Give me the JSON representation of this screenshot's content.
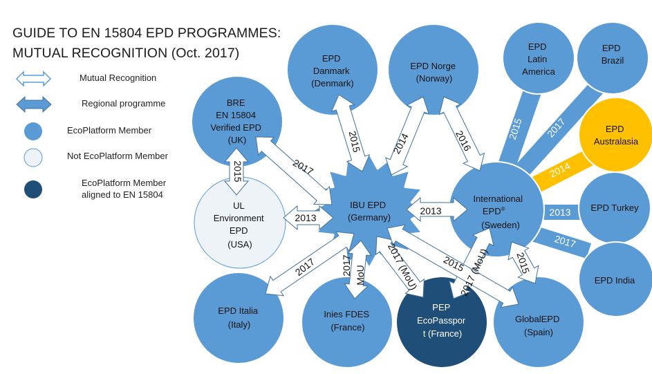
{
  "title": {
    "line1": "GUIDE TO EN 15804 EPD PROGRAMMES:",
    "line2": "MUTUAL RECOGNITION (Oct. 2017)"
  },
  "legend": {
    "mutual": "Mutual Recognition",
    "regional": "Regional programme",
    "member": "EcoPlatform Member",
    "not_member": "Not EcoPlatform Member",
    "aligned_line1": "EcoPlatform Member",
    "aligned_line2": "aligned to  EN 15804"
  },
  "colors": {
    "member": "#5b9bd5",
    "not_member": "#eef3f8",
    "aligned": "#1f4e79",
    "regional": "#ffc000",
    "outline": "#ffffff",
    "arrow_outline": "#41719c"
  },
  "nodes": {
    "danmark": [
      "EPD",
      "Danmark",
      "(Denmark)"
    ],
    "norge": [
      "EPD Norge",
      "(Norway)"
    ],
    "latam": [
      "EPD",
      "Latin",
      "America"
    ],
    "brazil": [
      "EPD",
      "Brazil"
    ],
    "bre": [
      "BRE",
      "EN 15804",
      "Verified EPD",
      "(UK)"
    ],
    "australasia": [
      "EPD",
      "Australasia"
    ],
    "ul": [
      "UL",
      "Environment",
      "EPD",
      "(USA)"
    ],
    "ibu": [
      "IBU EPD",
      "(Germany)"
    ],
    "international_line1": "International",
    "international_line2": "EPD",
    "international_mark": "®",
    "international_line3": "(Sweden)",
    "turkey": [
      "EPD Turkey"
    ],
    "india": [
      "EPD India"
    ],
    "italia": [
      "EPD Italia",
      "(Italy)"
    ],
    "inies": [
      "Inies FDES",
      "(France)"
    ],
    "pep": [
      "PEP",
      "EcoPasspor",
      "t (France)"
    ],
    "global": [
      "GlobalEPD",
      "(Spain)"
    ]
  },
  "links": {
    "bre_ibu": "2017",
    "bre_ul": "2015",
    "ul_ibu": "2013",
    "danmark_ibu": "2015",
    "norge_ibu": "2014",
    "norge_intl": "2016",
    "ibu_intl": "2013",
    "latam_intl": "2015",
    "brazil_intl": "2017",
    "australasia_intl": "2014",
    "turkey_intl": "2013",
    "india_intl": "2017",
    "italia_ibu": "2017",
    "inies_ibu_year": "2017",
    "inies_ibu_note": "MoU",
    "pep_ibu": "2017 (MoU)",
    "pep_intl": "2017 (MoU)",
    "global_ibu": "2015",
    "global_intl": "2015"
  }
}
